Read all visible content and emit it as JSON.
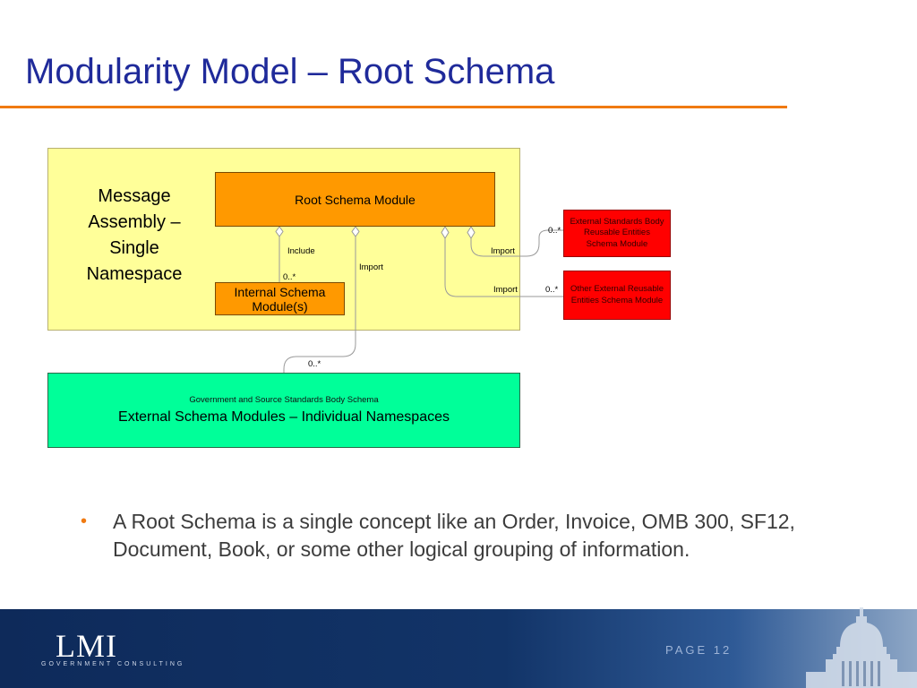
{
  "slide": {
    "title": "Modularity Model – Root Schema"
  },
  "diagram": {
    "panel_label": "Message Assembly – Single Namespace",
    "root_module": "Root Schema Module",
    "internal_module": "Internal Schema Module(s)",
    "external_standards_module": "External Standards Body Reusable Entities Schema Module",
    "other_external_module": "Other External Reusable Entities Schema Module",
    "green_box_subtitle": "Government  and Source Standards Body Schema",
    "green_box_title": "External Schema Modules – Individual Namespaces",
    "labels": {
      "include": "Include",
      "import_center": "Import",
      "import_top_right": "Import",
      "import_bottom_right": "Import",
      "mult_internal": "0..*",
      "mult_ext1": "0..*",
      "mult_ext2": "0..*",
      "mult_green": "0..*"
    },
    "colors": {
      "panel": "#ffff99",
      "root_module": "#ff9900",
      "external_modules": "#ff0000",
      "green_box": "#00ff99"
    }
  },
  "bullets": [
    "A Root Schema is a single concept like an Order, Invoice, OMB 300, SF12, Document, Book, or some other logical grouping of information."
  ],
  "footer": {
    "logo": "LMI",
    "logo_subtitle": "GOVERNMENT CONSULTING",
    "page_label": "PAGE 12"
  }
}
